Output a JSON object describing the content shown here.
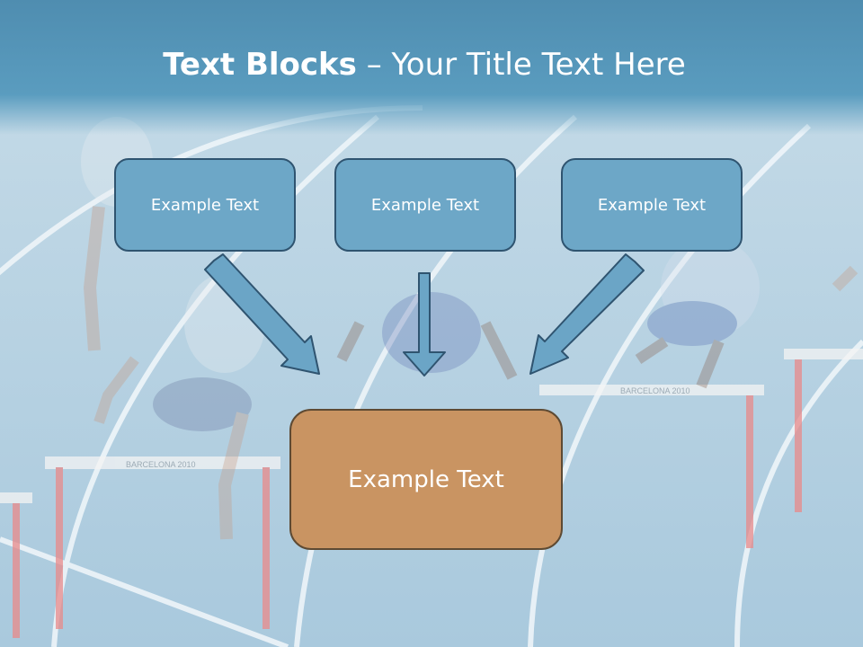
{
  "slide": {
    "title_bold": "Text Blocks",
    "title_dash": "–",
    "title_rest": "Your Title Text Here",
    "boxes": [
      {
        "label": "Example Text"
      },
      {
        "label": "Example Text"
      },
      {
        "label": "Example Text"
      }
    ],
    "center_box": {
      "label": "Example Text"
    }
  },
  "colors": {
    "title_band": "#4f8db0",
    "small_box_fill": "#6da7c7",
    "center_box_fill": "#c99462",
    "arrow_fill": "#6ba5c6",
    "arrow_stroke": "#2f5470"
  },
  "background": {
    "description_icon": "hurdles-race-photo",
    "banner_text": "BARCELONA 2010"
  }
}
